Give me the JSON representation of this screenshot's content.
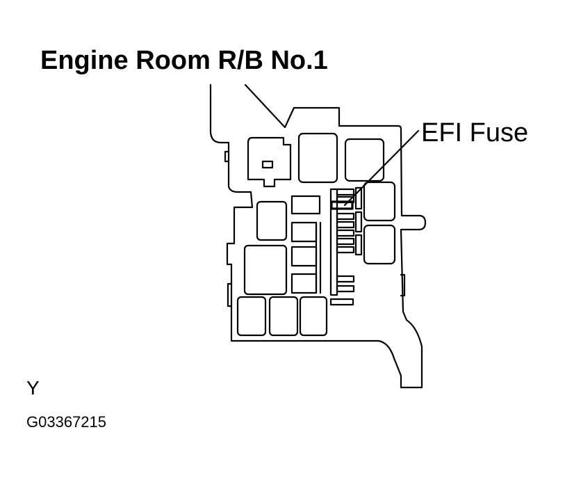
{
  "title": "Engine Room R/B No.1",
  "callout_label": "EFI Fuse",
  "view_letter": "Y",
  "figure_code": "G03367215",
  "colors": {
    "line": "#000000",
    "background": "#ffffff"
  }
}
